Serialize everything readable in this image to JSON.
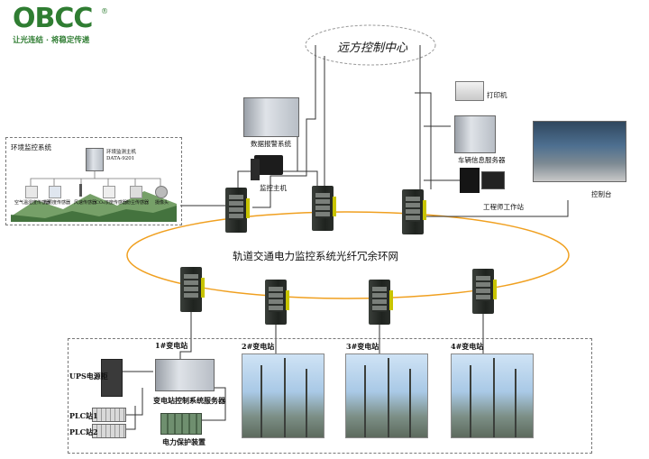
{
  "logo": {
    "name": "OBCC",
    "reg": "®",
    "tagline": "让光连结 · 将稳定传递"
  },
  "remote_center": "远方控制中心",
  "ring_label": "轨道交通电力监控系统光纤冗余环网",
  "env_system": {
    "title": "环境监控系统",
    "host_label": "环境监测主机",
    "host_model": "DATA-9201",
    "sensors": [
      "空气温湿度传感器",
      "光照度传感器",
      "风速传感器",
      "CO₂浓度传感器",
      "粉尘传感器",
      "摄像头"
    ]
  },
  "top_devices": {
    "data_alarm": "数据报警系统",
    "monitor_host": "监控主机",
    "printer": "打印机",
    "vehicle_server": "车辆信息服务器",
    "engineer_ws": "工程师工作站",
    "control_desk": "控制台"
  },
  "substation_area": {
    "stations": [
      "1#变电站",
      "2#变电站",
      "3#变电站",
      "4#变电站"
    ],
    "ups": "UPS电源柜",
    "server": "变电站控制系统服务器",
    "plc1": "PLC站1",
    "plc2": "PLC站2",
    "protection": "电力保护装置"
  },
  "colors": {
    "ring": "#f0a020",
    "logo": "#2f7d32",
    "line": "#333333"
  }
}
